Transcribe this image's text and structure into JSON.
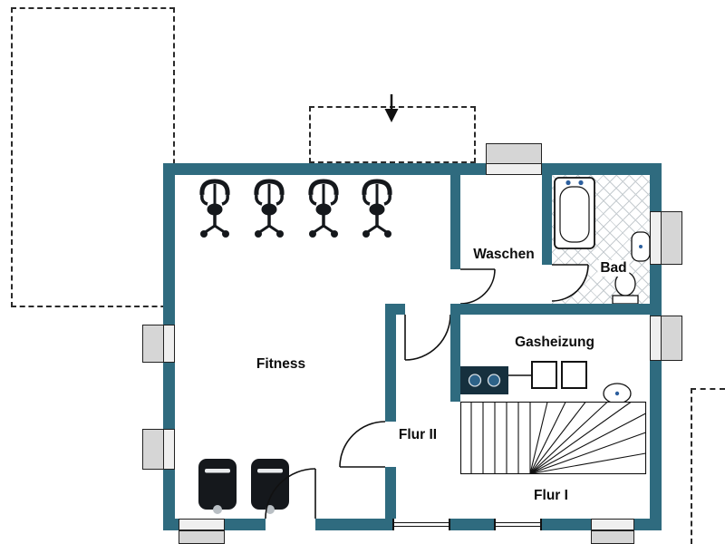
{
  "rooms": {
    "fitness": {
      "label": "Fitness"
    },
    "waschen": {
      "label": "Waschen"
    },
    "bad": {
      "label": "Bad"
    },
    "gasheizung": {
      "label": "Gasheizung"
    },
    "flur2": {
      "label": "Flur II"
    },
    "flur1": {
      "label": "Flur I"
    }
  },
  "colors": {
    "wall": "#2f6b7f",
    "window_fill": "#d6d6d6",
    "floor": "#ffffff",
    "line": "#111111",
    "tile_line": "#c6ccd0",
    "equipment_dark": "#15181c",
    "heater_dark": "#16303e",
    "accent_blue": "#2c5f9e"
  },
  "fixtures": {
    "exercise_bikes": 4,
    "loungers": 2,
    "bathtub": 1,
    "toilet": 1,
    "sinks": 2,
    "heating_units": 3,
    "staircases": 1,
    "windows": 8,
    "door_swings": 5,
    "dashed_outlines": 3
  }
}
